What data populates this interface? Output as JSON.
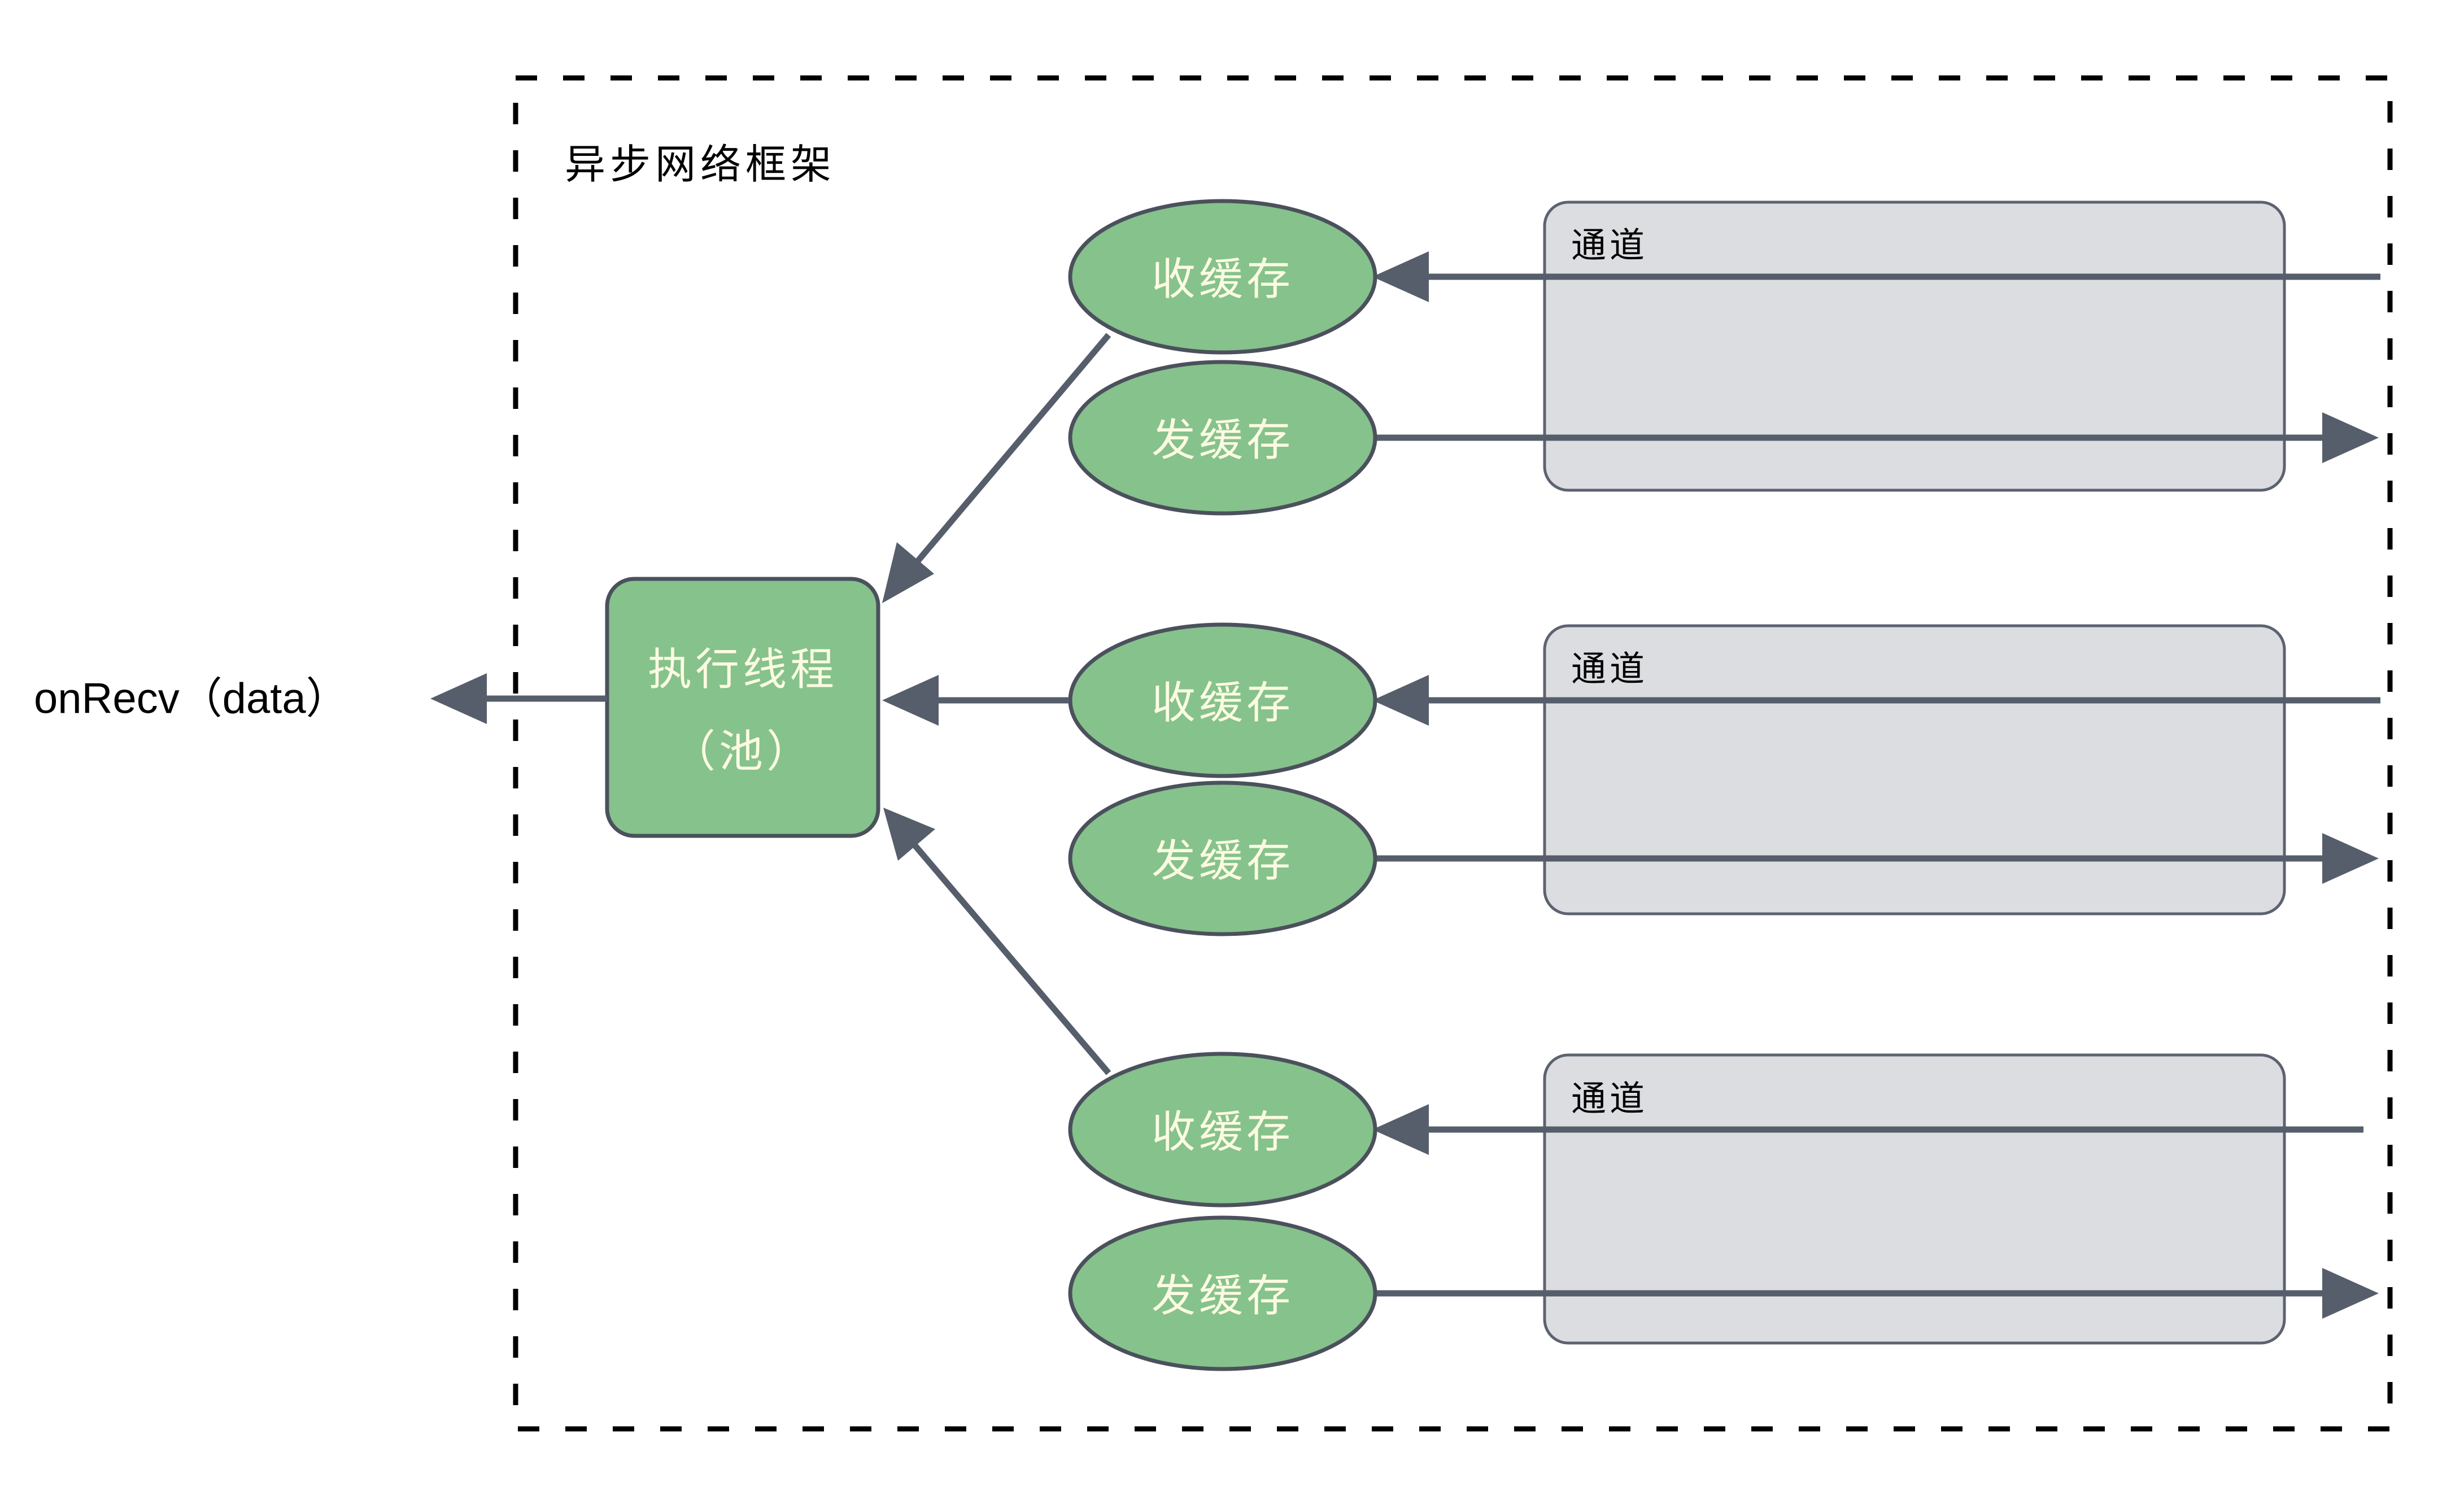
{
  "diagram": {
    "title": "异步网络框架",
    "callback_label": "onRecv（data）",
    "thread_box": {
      "line1": "执行线程",
      "line2": "（池）"
    },
    "colors": {
      "node_fill": "#86c28c",
      "node_stroke": "#4b515c",
      "node_text": "#fbfbe2",
      "channel_fill": "#dcdde1",
      "channel_stroke": "#5c6270",
      "edge": "#565e6b",
      "frame_stroke": "#000000",
      "background": "#ffffff",
      "text": "#000000"
    },
    "groups": [
      {
        "channel_label": "通道",
        "recv_label": "收缓存",
        "send_label": "发缓存"
      },
      {
        "channel_label": "通道",
        "recv_label": "收缓存",
        "send_label": "发缓存"
      },
      {
        "channel_label": "通道",
        "recv_label": "收缓存",
        "send_label": "发缓存"
      }
    ]
  }
}
